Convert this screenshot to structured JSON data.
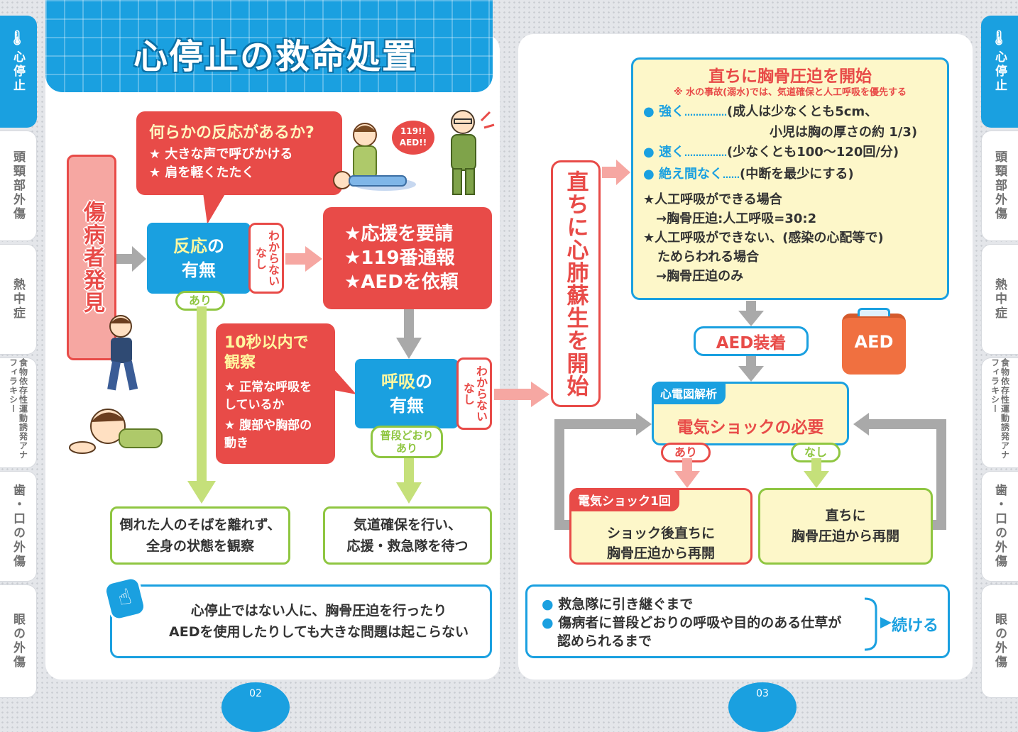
{
  "title": "心停止の救命処置",
  "side_tabs_left": [
    {
      "label": "心停止",
      "icon": "thermometer-icon"
    },
    {
      "label": "頭頸部外傷"
    },
    {
      "label": "熱中症"
    },
    {
      "label": "食物依存性運動誘発アナフィラキシー"
    },
    {
      "label": "歯・口の外傷"
    },
    {
      "label": "眼の外傷"
    }
  ],
  "side_tabs_right": [
    {
      "label": "心停止",
      "icon": "thermometer-icon"
    },
    {
      "label": "頭頸部外傷"
    },
    {
      "label": "熱中症"
    },
    {
      "label": "食物依存性運動誘発アナフィラキシー"
    },
    {
      "label": "歯・口の外傷"
    },
    {
      "label": "眼の外傷"
    }
  ],
  "left": {
    "discovery": "傷病者発見",
    "response_question": {
      "title": "何らかの反応があるか?",
      "items": [
        "★ 大きな声で呼びかける",
        "★ 肩を軽くたたく"
      ]
    },
    "response_box": {
      "line1_em": "反応",
      "line1_rest": "の",
      "line2": "有無"
    },
    "unknown_none_1": "わからない なし",
    "call_box": [
      "★応援を要請",
      "★119番通報",
      "★AEDを依頼"
    ],
    "bubble_119": "119!! AED!!",
    "yes_label": "あり",
    "observe_box": {
      "title": "10秒以内で 観察",
      "items": [
        "★ 正常な呼吸を しているか",
        "★ 腹部や胸部の 動き"
      ]
    },
    "breath_box": {
      "line1_em": "呼吸",
      "line1_rest": "の",
      "line2": "有無"
    },
    "unknown_none_2": "わからない なし",
    "normal_label": "普段どおり あり",
    "stay_box": [
      "倒れた人のそばを離れず、",
      "全身の状態を観察"
    ],
    "airway_box": [
      "気道確保を行い、",
      "応援・救急隊を待つ"
    ],
    "note": [
      "心停止ではない人に、胸骨圧迫を行ったり",
      "AEDを使用したりしても大きな問題は起こらない"
    ],
    "page_number": "02"
  },
  "right": {
    "cpr_start": "直ちに心肺蘇生を開始",
    "compress": {
      "title": "直ちに胸骨圧迫を開始",
      "note": "※ 水の事故(溺水)では、気道確保と人工呼吸を優先する",
      "items": [
        {
          "key": "強く",
          "dots": "……………",
          "desc": "(成人は少なくとも5cm、",
          "desc2": "小児は胸の厚さの約 1/3)"
        },
        {
          "key": "速く",
          "dots": "……………",
          "desc": "(少なくとも100〜120回/分)"
        },
        {
          "key": "絶え間なく",
          "dots": "……",
          "desc": "(中断を最少にする)"
        }
      ],
      "can_breath": "★人工呼吸ができる場合",
      "can_breath_ratio": "→胸骨圧迫:人工呼吸=30:2",
      "cannot_breath": "★人工呼吸ができない、(感染の心配等で)",
      "cannot_breath2": "ためらわれる場合",
      "cannot_breath_only": "→胸骨圧迫のみ"
    },
    "aed_attach": "AED装着",
    "aed_device": "AED",
    "ecg": {
      "tag": "心電図解析",
      "text": "電気ショックの必要"
    },
    "yes_label": "あり",
    "no_label": "なし",
    "shock": {
      "tag": "電気ショック1回",
      "lines": [
        "ショック後直ちに",
        "胸骨圧迫から再開"
      ]
    },
    "resume": [
      "直ちに",
      "胸骨圧迫から再開"
    ],
    "continue_box": {
      "items": [
        "救急隊に引き継ぐまで",
        "傷病者に普段どおりの呼吸や目的のある仕草が",
        "認められるまで"
      ],
      "action": "続ける"
    },
    "page_number": "03"
  },
  "colors": {
    "blue": "#1aa0e0",
    "red": "#e84b48",
    "green": "#8fc641",
    "pink": "#f6a7a2",
    "gray": "#a9a9a9",
    "yellow": "#fdf7c9"
  }
}
